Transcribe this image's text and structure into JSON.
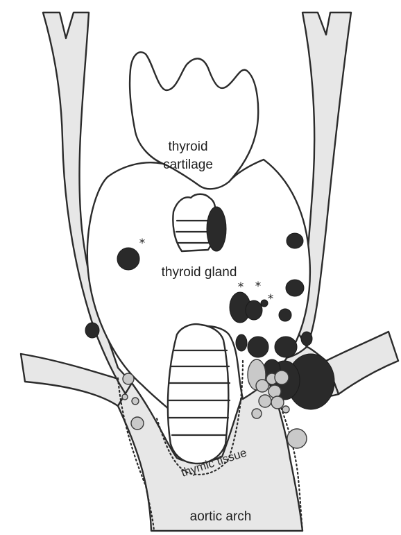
{
  "labels": {
    "cartilage_line1": "thyroid",
    "cartilage_line2": "cartilage",
    "gland": "thyroid gland",
    "thymic": "thymic tissue",
    "aortic": "aortic arch"
  },
  "marker": "*",
  "colors": {
    "vessel_fill": "#e7e7e7",
    "outline": "#2b2b2b",
    "dark_nodule": "#2a2a2a",
    "grey_nodule": "#c9c9c9"
  }
}
